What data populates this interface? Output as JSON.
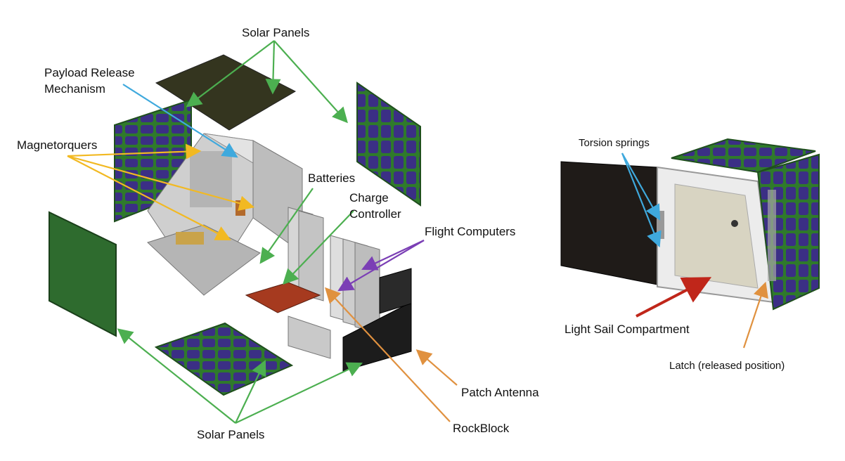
{
  "labels": {
    "solar_panels_top": "Solar Panels",
    "payload_release_line1": "Payload Release",
    "payload_release_line2": "Mechanism",
    "magnetorquers": "Magnetorquers",
    "batteries": "Batteries",
    "charge_controller_line1": "Charge",
    "charge_controller_line2": "Controller",
    "flight_computers": "Flight Computers",
    "patch_antenna": "Patch Antenna",
    "rockblock": "RockBlock",
    "solar_panels_bottom": "Solar Panels",
    "torsion_springs": "Torsion springs",
    "light_sail_compartment": "Light Sail Compartment",
    "latch": "Latch (released position)"
  },
  "colors": {
    "green_leader": "#4caf50",
    "blue_leader": "#3fa9dd",
    "yellow_leader": "#f2b922",
    "purple_leader": "#7b3fb5",
    "orange_leader": "#e0913f",
    "red_leader": "#c0261a",
    "solar_cell": "#3a2f7a",
    "pcb_green": "#2f6b2a",
    "frame_silver": "#c9c9c9",
    "copper": "#a63a1f"
  }
}
